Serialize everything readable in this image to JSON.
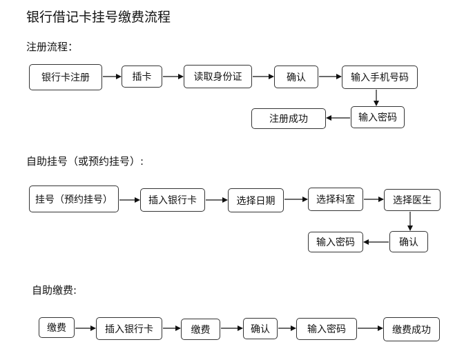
{
  "title": "银行借记卡挂号缴费流程",
  "sections": [
    {
      "heading": "注册流程：",
      "steps": [
        "银行卡注册",
        "插卡",
        "读取身份证",
        "确认",
        "输入手机号码",
        "输入密码",
        "注册成功"
      ]
    },
    {
      "heading": "自助挂号（或预约挂号）:",
      "steps": [
        "挂号（预约挂号）",
        "插入银行卡",
        "选择日期",
        "选择科室",
        "选择医生",
        "确认",
        "输入密码"
      ]
    },
    {
      "heading": "自助缴费:",
      "steps": [
        "缴费",
        "插入银行卡",
        "缴费",
        "确认",
        "输入密码",
        "缴费成功"
      ]
    }
  ]
}
